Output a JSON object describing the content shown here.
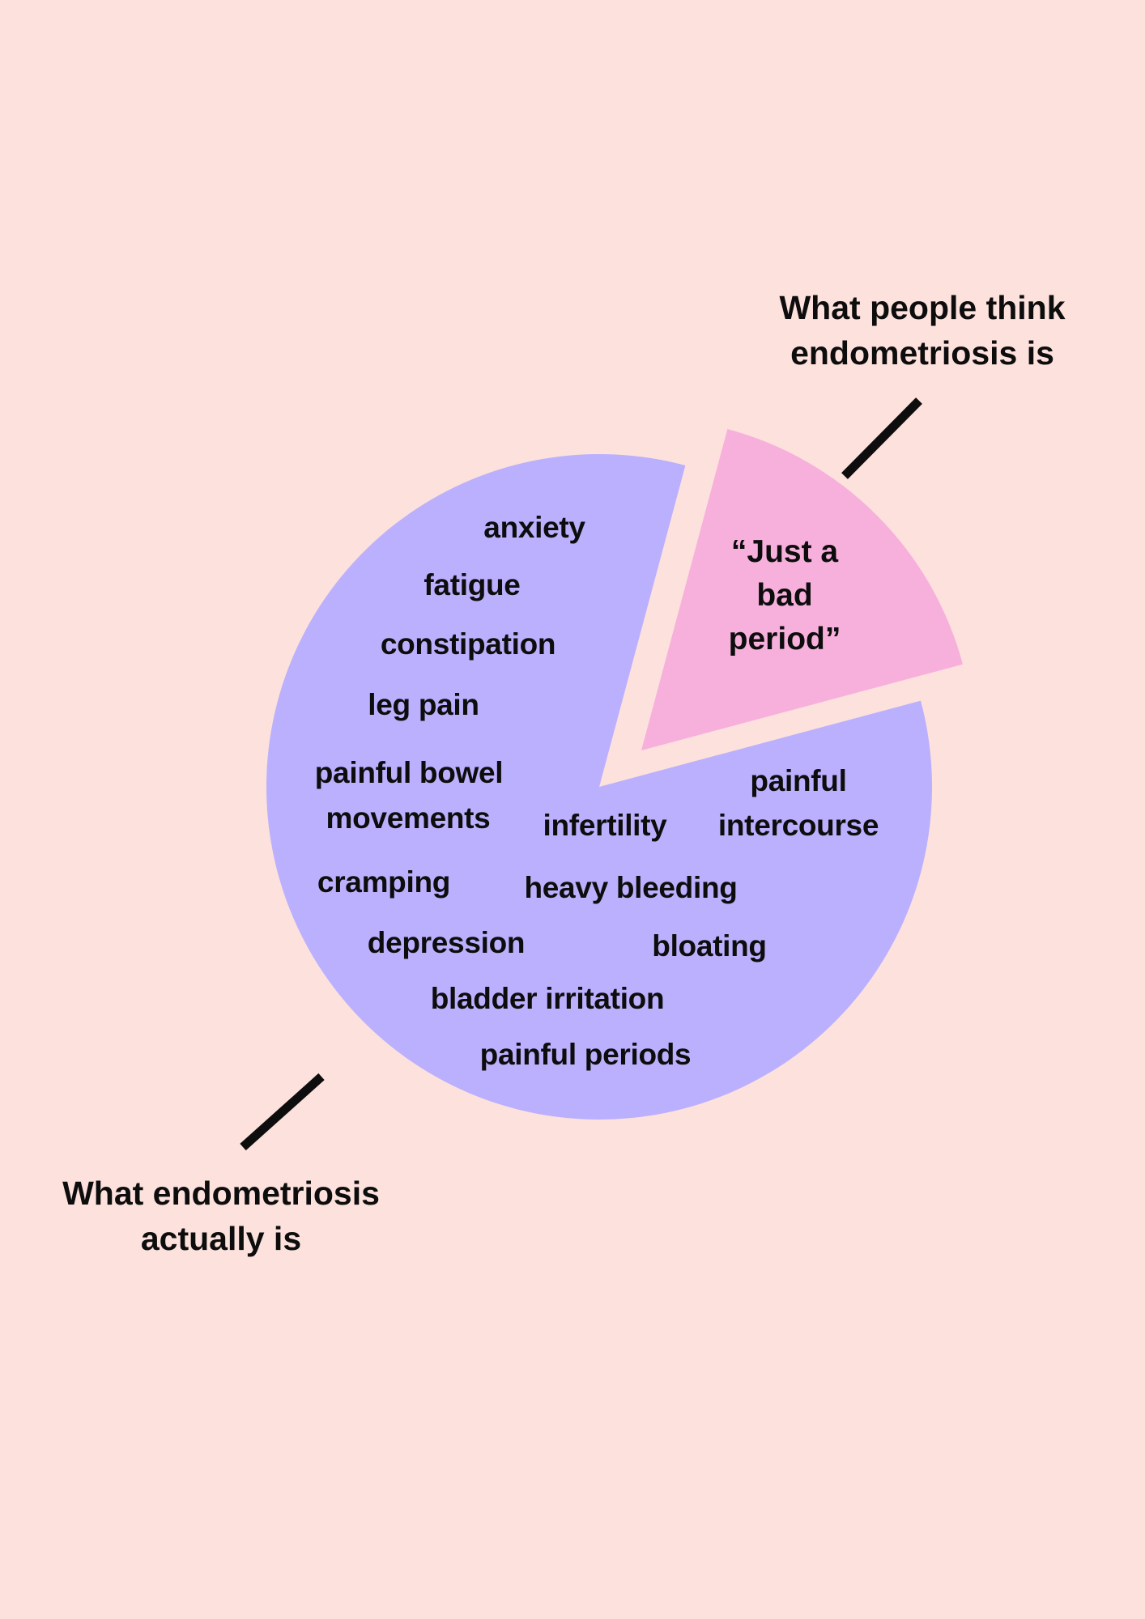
{
  "colors": {
    "background": "#fde1dd",
    "actual": "#bab0fd",
    "perceived": "#f7b0dc",
    "text": "#0d0d0d"
  },
  "chart_data": {
    "type": "pie",
    "title": "",
    "slices": [
      {
        "label": "What endometriosis actually is",
        "value": 5
      },
      {
        "label": "What people think endometriosis is",
        "value": 1
      }
    ],
    "annotations": {
      "perceived_caption": [
        "What people think",
        "endometriosis is"
      ],
      "actual_caption": [
        "What endometriosis",
        "actually is"
      ],
      "perceived_slice_text": [
        "“Just a",
        "bad",
        "period”"
      ],
      "actual_slice_text": [
        "anxiety",
        "fatigue",
        "constipation",
        "leg pain",
        "painful bowel",
        "movements",
        "infertility",
        "painful",
        "intercourse",
        "cramping",
        "heavy bleeding",
        "depression",
        "bloating",
        "bladder irritation",
        "painful periods"
      ]
    }
  }
}
